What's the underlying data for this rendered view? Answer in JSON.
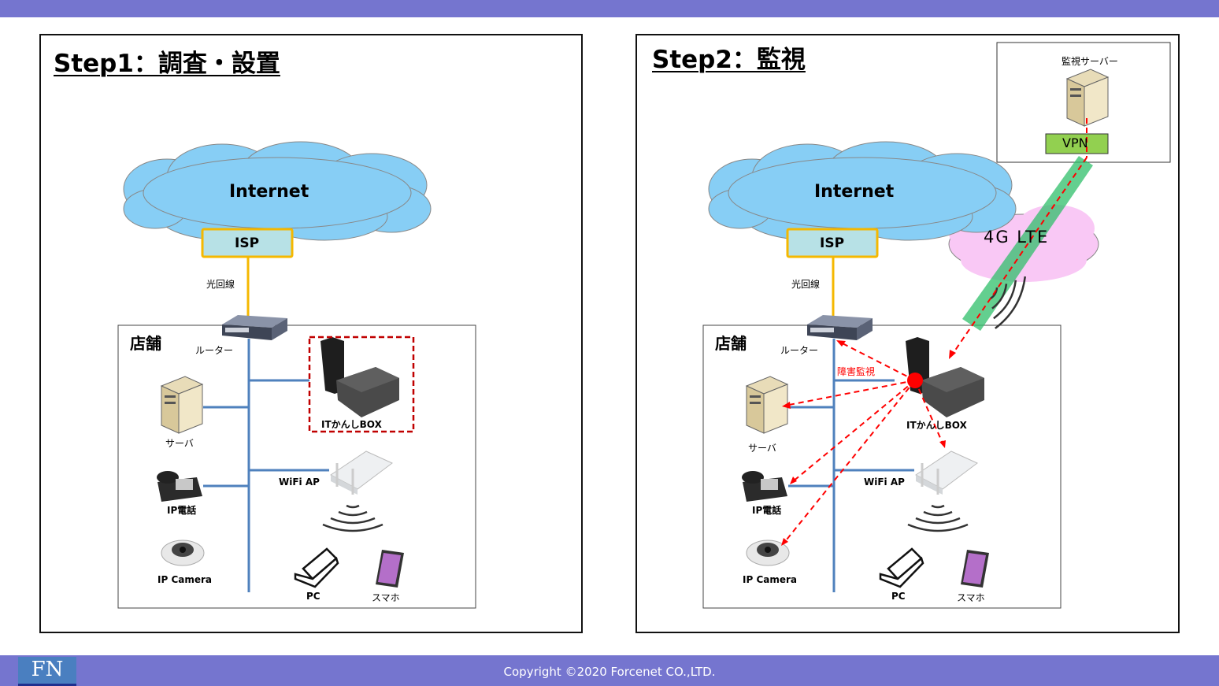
{
  "footer": {
    "logo": "FN",
    "copyright": "Copyright ©2020 Forcenet CO.,LTD."
  },
  "step1": {
    "title": "Step1：調査・設置",
    "internet": "Internet",
    "isp": "ISP",
    "fiber": "光回線",
    "shop": "店舗",
    "router": "ルーター",
    "itbox": "ITかんしBOX",
    "server": "サーバ",
    "ipphone": "IP電話",
    "wifi": "WiFi AP",
    "camera": "IP Camera",
    "pc": "PC",
    "smartphone": "スマホ"
  },
  "step2": {
    "title": "Step2：監視",
    "internet": "Internet",
    "isp": "ISP",
    "fiber": "光回線",
    "shop": "店舗",
    "router": "ルーター",
    "itbox": "ITかんしBOX",
    "server": "サーバ",
    "ipphone": "IP電話",
    "wifi": "WiFi AP",
    "camera": "IP Camera",
    "pc": "PC",
    "smartphone": "スマホ",
    "lte": "4G LTE",
    "monitor_server": "監視サーバー",
    "vpn": "VPN",
    "fault_monitor": "障害監視"
  },
  "colors": {
    "bar": "#7575cf",
    "cloud": "#87cef5",
    "lte_cloud": "#f9c8f5",
    "isp_fill": "#b7e1e6",
    "isp_border": "#f5b800",
    "line": "#4f81bd",
    "alert": "#ff0000",
    "vpn": "#92d050"
  }
}
